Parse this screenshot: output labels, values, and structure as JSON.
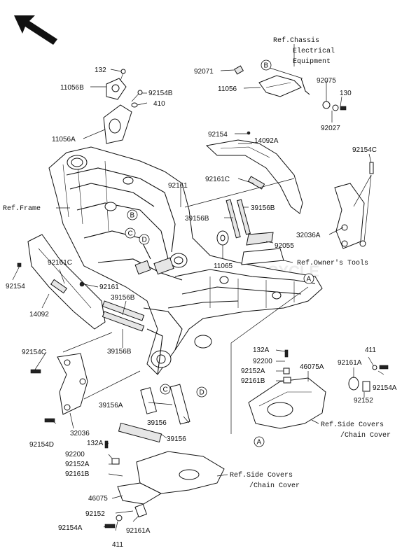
{
  "arrow_icon": "front-direction-arrow-icon",
  "labels": {
    "l132": "132",
    "l11056B": "11056B",
    "l92154B": "92154B",
    "l410": "410",
    "l11056A": "11056A",
    "l92071": "92071",
    "l11056": "11056",
    "l92075": "92075",
    "l130": "130",
    "l92027": "92027",
    "l92154_top": "92154",
    "l14092A": "14092A",
    "l92161C_top": "92161C",
    "l92161": "92161",
    "l92154C_right": "92154C",
    "l39156B_a": "39156B",
    "l39156B_b": "39156B",
    "l32036A": "32036A",
    "l92055": "92055",
    "l11065": "11065",
    "l92161C_left": "92161C",
    "l92154_left": "92154",
    "l92161_mid": "92161",
    "l39156B_c": "39156B",
    "l14092": "14092",
    "l39156B_d": "39156B",
    "l92154C_left": "92154C",
    "l132A_r": "132A",
    "l92200_r": "92200",
    "l92152A_r": "92152A",
    "l92161B_r": "92161B",
    "l46075A": "46075A",
    "l92161A_r": "92161A",
    "l411_r": "411",
    "l92154A_r": "92154A",
    "l92152_r": "92152",
    "l39156A": "39156A",
    "l39156_a": "39156",
    "l39156_b": "39156",
    "l32036": "32036",
    "l92154D": "92154D",
    "l132A_l": "132A",
    "l92200_l": "92200",
    "l92152A_l": "92152A",
    "l92161B_l": "92161B",
    "l46075": "46075",
    "l92152_l": "92152",
    "l92154A_l": "92154A",
    "l411_l": "411",
    "l92161A_l": "92161A"
  },
  "refs": {
    "chassis_1": "Ref.Chassis",
    "chassis_2": "Electrical",
    "chassis_3": "Equipment",
    "frame": "Ref.Frame",
    "owners_tools": "Ref.Owner's Tools",
    "side_r1": "Ref.Side Covers",
    "side_r2": "/Chain Cover",
    "side_l1": "Ref.Side Covers",
    "side_l2": "/Chain Cover"
  },
  "callouts": {
    "A": "A",
    "B": "B",
    "C": "C",
    "D": "D"
  },
  "watermark": "MOTORCYCLE"
}
